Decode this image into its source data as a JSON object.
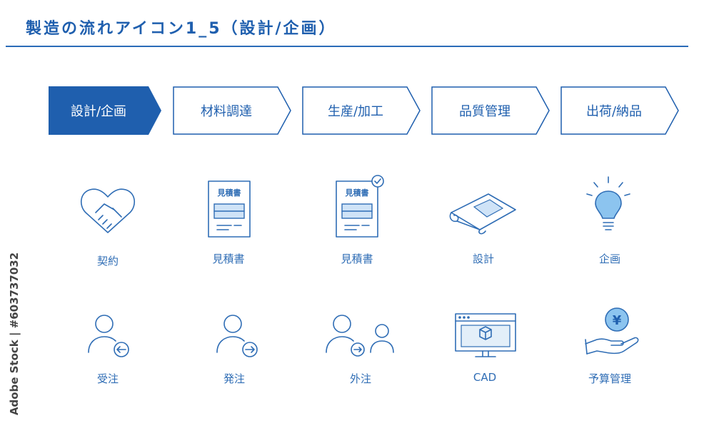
{
  "title": "製造の流れアイコン1_5（設計/企画）",
  "watermark_side": "Adobe Stock | #603737032",
  "colors": {
    "accent": "#1f5fae",
    "light_fill": "#cfe3f7",
    "icon_stroke": "#2f6db5",
    "bulb_fill": "#8cc4ef"
  },
  "steps": [
    {
      "label": "設計/企画",
      "active": true
    },
    {
      "label": "材料調達",
      "active": false
    },
    {
      "label": "生産/加工",
      "active": false
    },
    {
      "label": "品質管理",
      "active": false
    },
    {
      "label": "出荷/納品",
      "active": false
    }
  ],
  "icons_row1": [
    {
      "icon": "handshake-icon",
      "caption": "契約"
    },
    {
      "icon": "estimate-document-icon",
      "caption": "見積書",
      "doc_title": "見積書"
    },
    {
      "icon": "estimate-approved-icon",
      "caption": "見積書",
      "doc_title": "見積書"
    },
    {
      "icon": "blueprint-icon",
      "caption": "設計"
    },
    {
      "icon": "lightbulb-icon",
      "caption": "企画"
    }
  ],
  "icons_row2": [
    {
      "icon": "order-received-icon",
      "caption": "受注"
    },
    {
      "icon": "order-placed-icon",
      "caption": "発注"
    },
    {
      "icon": "outsourcing-icon",
      "caption": "外注"
    },
    {
      "icon": "cad-monitor-icon",
      "caption": "CAD"
    },
    {
      "icon": "budget-yen-icon",
      "caption": "予算管理",
      "symbol": "¥"
    }
  ]
}
